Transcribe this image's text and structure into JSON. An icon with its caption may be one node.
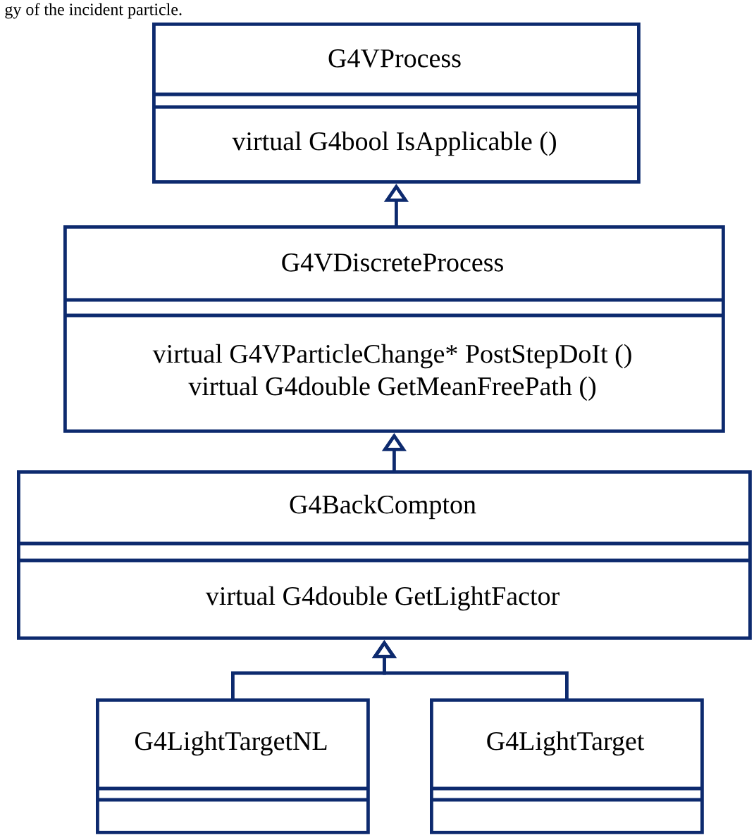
{
  "diagram": {
    "nodes": [
      {
        "text": [
          "G4VProcess",
          "virtual G4bool IsApplicable ()"
        ]
      },
      {
        "text": [
          "G4VDiscreteProcess",
          "virtual G4VParticleChange* PostStepDoIt ()",
          "virtual G4double GetMeanFreePath ()"
        ]
      },
      {
        "text": [
          "G4BackCompton",
          "virtual G4double GetLightFactor"
        ]
      },
      {
        "text": [
          "G4LightTargetNL"
        ]
      },
      {
        "text": [
          "G4LightTarget"
        ]
      }
    ],
    "edges": [
      {
        "from": 1,
        "to": 0,
        "arrow": "to"
      },
      {
        "from": 2,
        "to": 1,
        "arrow": "to"
      },
      {
        "from": 3,
        "to": 2,
        "arrow": "to"
      },
      {
        "from": 4,
        "to": 2,
        "arrow": "to"
      }
    ],
    "labels": [
      "gy of the incident particle."
    ]
  }
}
